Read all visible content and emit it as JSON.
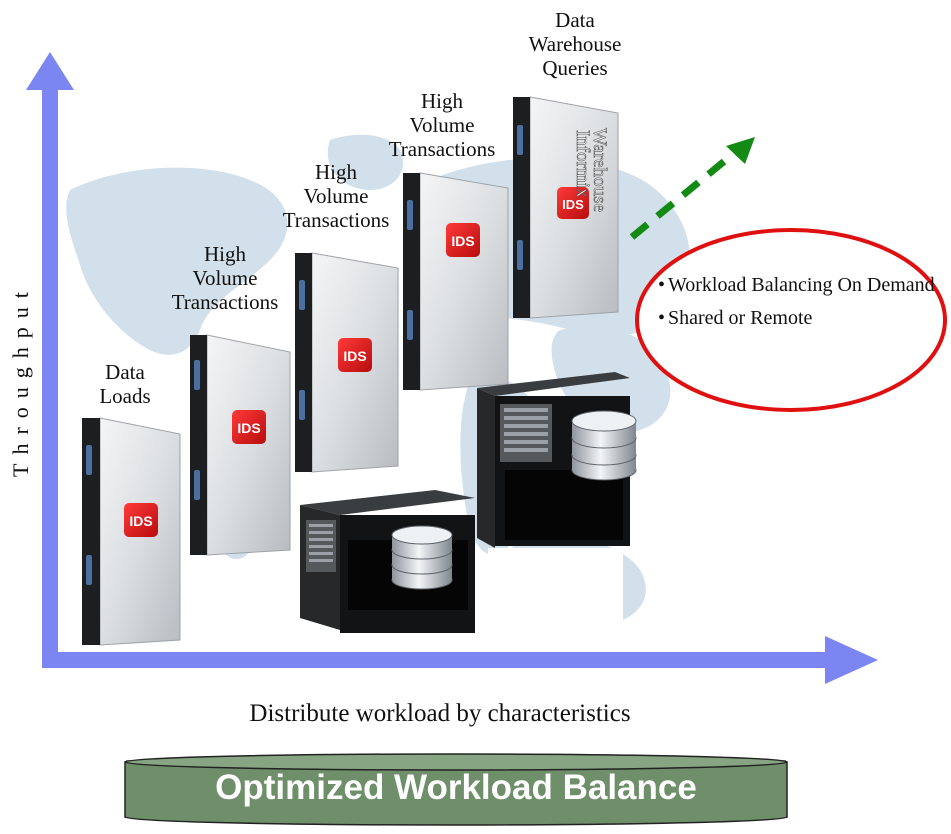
{
  "diagram": {
    "y_axis_label": "Throughput",
    "x_axis_label": "Distribute workload by characteristics",
    "stage_labels": [
      {
        "lines": [
          "Data",
          "Loads"
        ]
      },
      {
        "lines": [
          "High",
          "Volume",
          "Transactions"
        ]
      },
      {
        "lines": [
          "High",
          "Volume",
          "Transactions"
        ]
      },
      {
        "lines": [
          "High",
          "Volume",
          "Transactions"
        ]
      },
      {
        "lines": [
          "Data",
          "Warehouse",
          "Queries"
        ]
      }
    ],
    "blade_badge": "IDS",
    "warehouse_blade_text": [
      "Informix",
      "Warehouse"
    ],
    "callout_items": [
      "Workload Balancing On Demand",
      "Shared or Remote"
    ],
    "banner_title": "Optimized Workload Balance"
  },
  "colors": {
    "axis": "#7b86f2",
    "trend_arrow": "#138a13",
    "callout_border": "#e01010",
    "banner_fill": "#6e8f6a",
    "ids_badge": "#e0181a",
    "map": "#c9dbe7"
  }
}
